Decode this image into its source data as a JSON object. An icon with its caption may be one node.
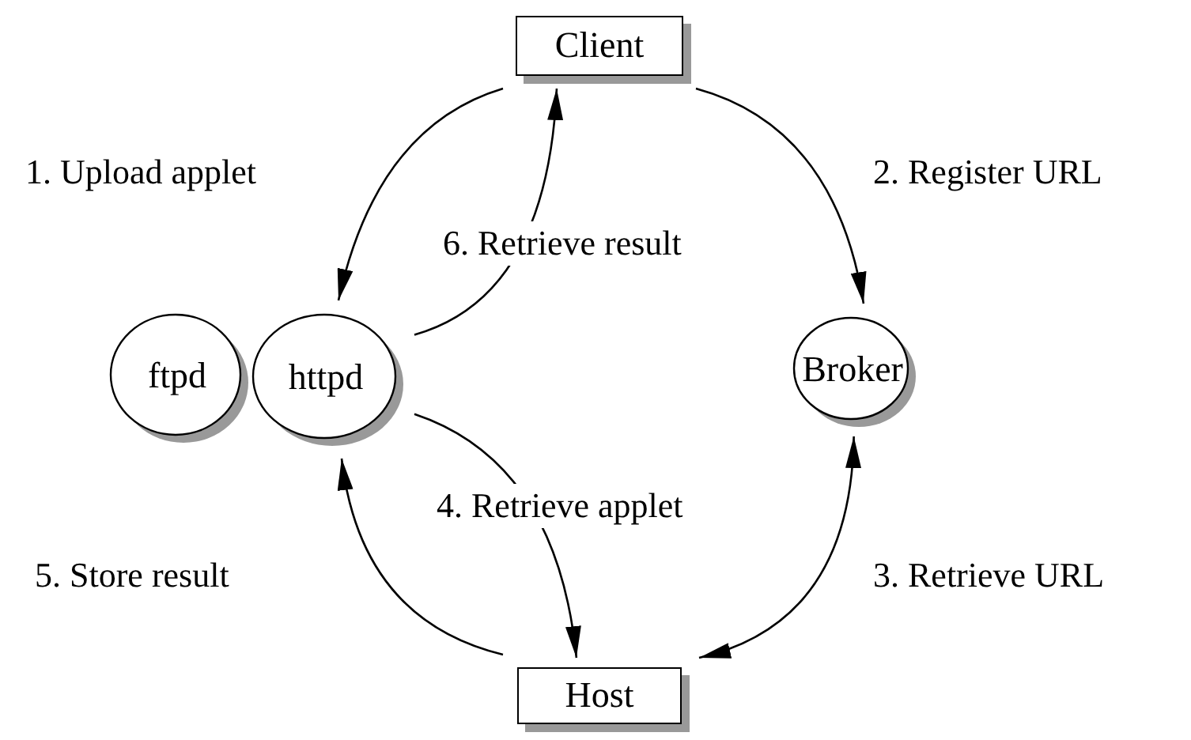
{
  "diagram": {
    "nodes": [
      {
        "text": [
          "Client"
        ]
      },
      {
        "text": [
          "ftpd"
        ]
      },
      {
        "text": [
          "httpd"
        ]
      },
      {
        "text": [
          "Broker"
        ]
      },
      {
        "text": [
          "Host"
        ]
      }
    ],
    "edges": [
      {
        "from": 0,
        "to": 2,
        "arrow": "to",
        "label": "1. Upload applet"
      },
      {
        "from": 0,
        "to": 3,
        "arrow": "to",
        "label": "2. Register URL"
      },
      {
        "from": 4,
        "to": 3,
        "arrow": "both",
        "label": "3. Retrieve URL"
      },
      {
        "from": 2,
        "to": 4,
        "arrow": "to",
        "label": "4. Retrieve applet"
      },
      {
        "from": 4,
        "to": 2,
        "arrow": "to",
        "label": "5. Store result"
      },
      {
        "from": 2,
        "to": 0,
        "arrow": "to",
        "label": "6. Retrieve result"
      }
    ]
  }
}
